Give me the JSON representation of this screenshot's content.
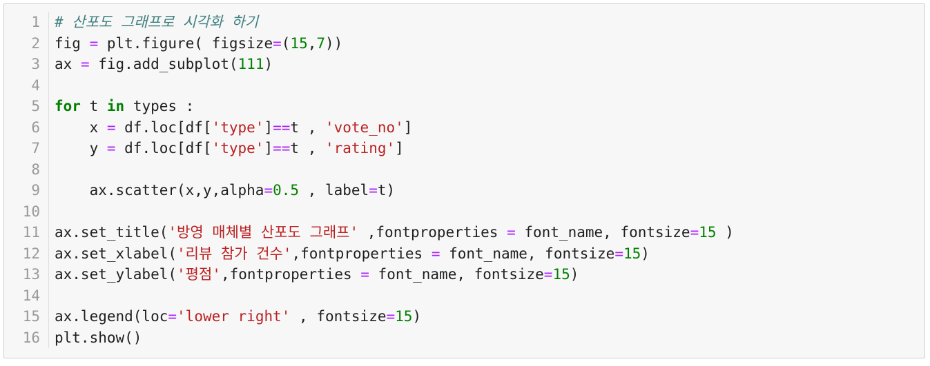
{
  "cell": {
    "lines": [
      {
        "n": "1",
        "tokens": [
          [
            "cm",
            "# 산포도 그래프로 시각화 하기"
          ]
        ]
      },
      {
        "n": "2",
        "tokens": [
          [
            "",
            "fig "
          ],
          [
            "op",
            "="
          ],
          [
            "",
            " plt.figure( figsize"
          ],
          [
            "op",
            "="
          ],
          [
            "",
            "("
          ],
          [
            "num",
            "15"
          ],
          [
            "",
            ","
          ],
          [
            "num",
            "7"
          ],
          [
            "",
            "))"
          ]
        ]
      },
      {
        "n": "3",
        "tokens": [
          [
            "",
            "ax "
          ],
          [
            "op",
            "="
          ],
          [
            "",
            " fig.add_subplot("
          ],
          [
            "num",
            "111"
          ],
          [
            "",
            ")"
          ]
        ]
      },
      {
        "n": "4",
        "tokens": []
      },
      {
        "n": "5",
        "tokens": [
          [
            "kw",
            "for"
          ],
          [
            "",
            " t "
          ],
          [
            "kw",
            "in"
          ],
          [
            "",
            " types :"
          ]
        ]
      },
      {
        "n": "6",
        "tokens": [
          [
            "",
            "    x "
          ],
          [
            "op",
            "="
          ],
          [
            "",
            " df.loc[df["
          ],
          [
            "str",
            "'type'"
          ],
          [
            "",
            "]"
          ],
          [
            "op",
            "=="
          ],
          [
            "",
            "t , "
          ],
          [
            "str",
            "'vote_no'"
          ],
          [
            "",
            "]"
          ]
        ]
      },
      {
        "n": "7",
        "tokens": [
          [
            "",
            "    y "
          ],
          [
            "op",
            "="
          ],
          [
            "",
            " df.loc[df["
          ],
          [
            "str",
            "'type'"
          ],
          [
            "",
            "]"
          ],
          [
            "op",
            "=="
          ],
          [
            "",
            "t , "
          ],
          [
            "str",
            "'rating'"
          ],
          [
            "",
            "]"
          ]
        ]
      },
      {
        "n": "8",
        "tokens": []
      },
      {
        "n": "9",
        "tokens": [
          [
            "",
            "    ax.scatter(x,y,alpha"
          ],
          [
            "op",
            "="
          ],
          [
            "num",
            "0.5"
          ],
          [
            "",
            " , label"
          ],
          [
            "op",
            "="
          ],
          [
            "",
            "t)"
          ]
        ]
      },
      {
        "n": "10",
        "tokens": []
      },
      {
        "n": "11",
        "tokens": [
          [
            "",
            "ax.set_title("
          ],
          [
            "str",
            "'방영 매체별 산포도 그래프'"
          ],
          [
            "",
            " ,fontproperties "
          ],
          [
            "op",
            "="
          ],
          [
            "",
            " font_name, fontsize"
          ],
          [
            "op",
            "="
          ],
          [
            "num",
            "15"
          ],
          [
            "",
            " )"
          ]
        ]
      },
      {
        "n": "12",
        "tokens": [
          [
            "",
            "ax.set_xlabel("
          ],
          [
            "str",
            "'리뷰 참가 건수'"
          ],
          [
            "",
            ",fontproperties "
          ],
          [
            "op",
            "="
          ],
          [
            "",
            " font_name, fontsize"
          ],
          [
            "op",
            "="
          ],
          [
            "num",
            "15"
          ],
          [
            "",
            ")"
          ]
        ]
      },
      {
        "n": "13",
        "tokens": [
          [
            "",
            "ax.set_ylabel("
          ],
          [
            "str",
            "'평점'"
          ],
          [
            "",
            ",fontproperties "
          ],
          [
            "op",
            "="
          ],
          [
            "",
            " font_name, fontsize"
          ],
          [
            "op",
            "="
          ],
          [
            "num",
            "15"
          ],
          [
            "",
            ")"
          ]
        ]
      },
      {
        "n": "14",
        "tokens": []
      },
      {
        "n": "15",
        "tokens": [
          [
            "",
            "ax.legend(loc"
          ],
          [
            "op",
            "="
          ],
          [
            "str",
            "'lower right'"
          ],
          [
            "",
            " , fontsize"
          ],
          [
            "op",
            "="
          ],
          [
            "num",
            "15"
          ],
          [
            "",
            ")"
          ]
        ]
      },
      {
        "n": "16",
        "tokens": [
          [
            "",
            "plt.show()"
          ]
        ]
      }
    ]
  },
  "colors": {
    "comment": "#408080",
    "keyword": "#008000",
    "operator": "#aa22ff",
    "number": "#008000",
    "string": "#ba2121",
    "line_number": "#999999",
    "background": "#f7f7f7"
  }
}
